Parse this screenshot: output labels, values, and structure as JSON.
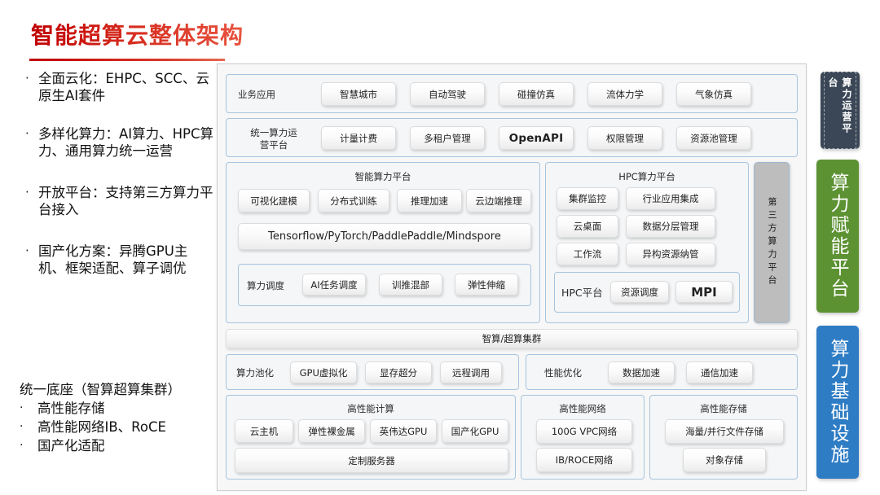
{
  "slide": {
    "title": "智能超算云整体架构"
  },
  "left": {
    "bullets": [
      {
        "marker": "·",
        "text": "全面云化：EHPC、SCC、云原生AI套件"
      },
      {
        "marker": "·",
        "text": "多样化算力：AI算力、HPC算力、通用算力统一运营"
      },
      {
        "marker": "·",
        "text": "开放平台：支持第三方算力平台接入"
      },
      {
        "marker": "·",
        "text": "国产化方案：异腾GPU主机、框架适配、算子调优"
      }
    ],
    "base_heading": "统一底座（智算超算集群）",
    "base_items": [
      {
        "marker": "·",
        "text": "高性能存储"
      },
      {
        "marker": "·",
        "text": "高性能网络IB、RoCE"
      },
      {
        "marker": "·",
        "text": "国产化适配"
      }
    ]
  },
  "diagram": {
    "business_row": {
      "label": "业务应用",
      "chips": [
        "智慧城市",
        "自动驾驶",
        "碰撞仿真",
        "流体力学",
        "气象仿真"
      ]
    },
    "operation_row": {
      "label": "统一算力运营营平台",
      "label_line1": "统一算力运",
      "label_line2": "营平台",
      "chips": [
        "计量计费",
        "多租户管理",
        "OpenAPI",
        "权限管理",
        "资源池管理"
      ]
    },
    "ai_platform": {
      "title": "智能算力平台",
      "chips": [
        "可视化建模",
        "分布式训练",
        "推理加速",
        "云边端推理"
      ],
      "framework_bar": "Tensorflow/PyTorch/PaddlePaddle/Mindspore",
      "schedule": {
        "label": "算力调度",
        "chips": [
          "AI任务调度",
          "训推混部",
          "弹性伸缩"
        ]
      }
    },
    "hpc_platform": {
      "title": "HPC算力平台",
      "chips": [
        "集群监控",
        "行业应用集成",
        "云桌面",
        "数据分层管理",
        "工作流",
        "异构资源纳管"
      ],
      "bottom": {
        "label": "HPC平台",
        "chips": [
          "资源调度",
          "MPI"
        ]
      }
    },
    "third_party": "第三方算力平台",
    "cluster_bar": "智算/超算集群",
    "pooling_row": {
      "label": "算力池化",
      "chips": [
        "GPU虚拟化",
        "显存超分",
        "远程调用"
      ]
    },
    "perf_row": {
      "label": "性能优化",
      "chips": [
        "数据加速",
        "通信加速"
      ]
    },
    "hpc_compute": {
      "title": "高性能计算",
      "chips": [
        "云主机",
        "弹性裸金属",
        "英伟达GPU",
        "国产化GPU"
      ],
      "wide_chip": "定制服务器"
    },
    "hpc_network": {
      "title": "高性能网络",
      "chips": [
        "100G VPC网络",
        "IB/ROCE网络"
      ]
    },
    "hpc_storage": {
      "title": "高性能存储",
      "chips": [
        "海量/并行文件存储",
        "对象存储"
      ]
    }
  },
  "right_bars": [
    {
      "label": "算力运营平台",
      "color": "#3b4756"
    },
    {
      "label": "算力赋能平台",
      "color": "#5d9233"
    },
    {
      "label": "算力基础设施",
      "color": "#2e7cc4"
    }
  ],
  "colors": {
    "title_red": "#c00000",
    "band_border": "#a8c4dd",
    "panel_bg": "#f7f7f7"
  }
}
